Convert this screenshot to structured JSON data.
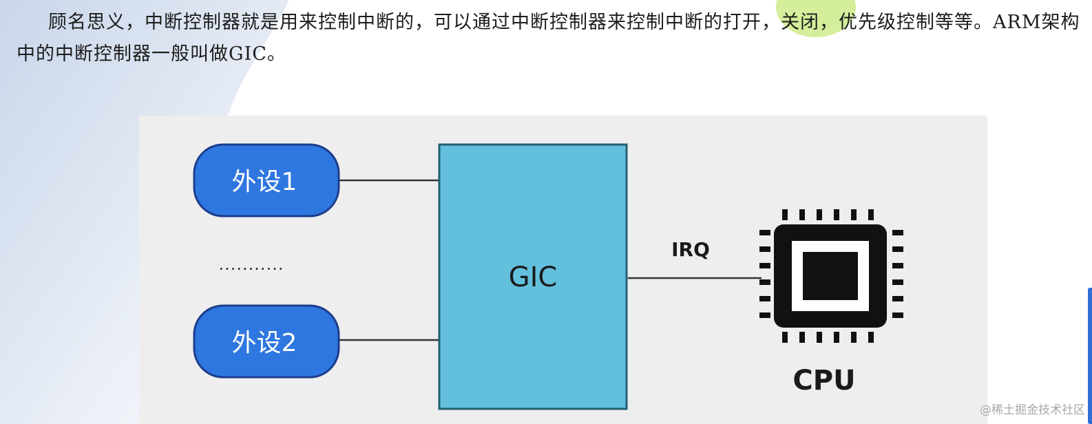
{
  "intro": {
    "paragraph": "顾名思义，中断控制器就是用来控制中断的，可以通过中断控制器来控制中断的打开，关闭，优先级控制等等。ARM架构中的中断控制器一般叫做GIC。"
  },
  "diagram": {
    "peripheral_1_label": "外设1",
    "peripheral_2_label": "外设2",
    "ellipsis_label": "...........",
    "controller_label": "GIC",
    "signal_label": "IRQ",
    "cpu_label": "CPU",
    "colors": {
      "peripheral_fill": "#2f77e0",
      "peripheral_stroke": "#1c3d8c",
      "controller_fill": "#62c0dd",
      "controller_stroke": "#1f5f72",
      "line": "#333333",
      "panel": "#eeeeee"
    },
    "icons": [
      "cpu-chip-icon"
    ]
  },
  "watermark": "@稀土掘金技术社区"
}
